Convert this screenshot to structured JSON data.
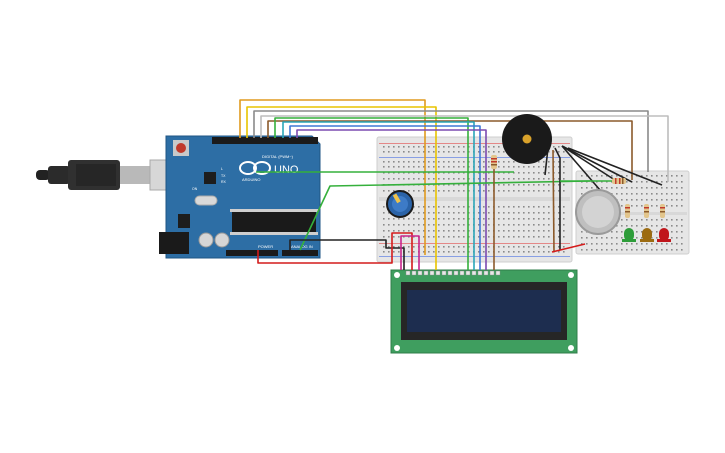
{
  "arduino": {
    "logo_text": "ARDUINO",
    "model": "UNO",
    "digital_label": "DIGITAL (PWM~)",
    "power_label": "POWER",
    "analog_label": "ANALOG IN",
    "tx_label": "TX",
    "rx_label": "RX",
    "l_label": "L",
    "on_label": "ON"
  },
  "lcd": {
    "pin_count": 16
  },
  "colors": {
    "board_blue": "#2d6ea5",
    "breadboard": "#e6e6e6",
    "lcd_pcb": "#3f9e5f",
    "lcd_screen": "#1d2d4f",
    "buzzer": "#1a1a1a",
    "pot": "#2a63a8",
    "led_green": "#2e9d3a",
    "led_amber": "#9c6b10",
    "led_red": "#c0161b",
    "wire_orange": "#e09a1e",
    "wire_yellow": "#e8c400",
    "wire_red": "#d41b1b",
    "wire_green": "#35b03c",
    "wire_blue": "#3f78d6",
    "wire_purple": "#7c4bb0",
    "wire_gray": "#8a8a8a",
    "wire_brown": "#8b5a2b",
    "wire_black": "#222222",
    "wire_pink": "#c8258b"
  },
  "components": [
    {
      "name": "usb-cable-icon"
    },
    {
      "name": "arduino-uno-board"
    },
    {
      "name": "breadboard-main"
    },
    {
      "name": "breadboard-right"
    },
    {
      "name": "piezo-buzzer-icon"
    },
    {
      "name": "potentiometer-icon"
    },
    {
      "name": "gas-sensor-icon"
    },
    {
      "name": "lcd-16x2-display"
    },
    {
      "name": "led-green-icon"
    },
    {
      "name": "led-amber-icon"
    },
    {
      "name": "led-red-icon"
    }
  ]
}
